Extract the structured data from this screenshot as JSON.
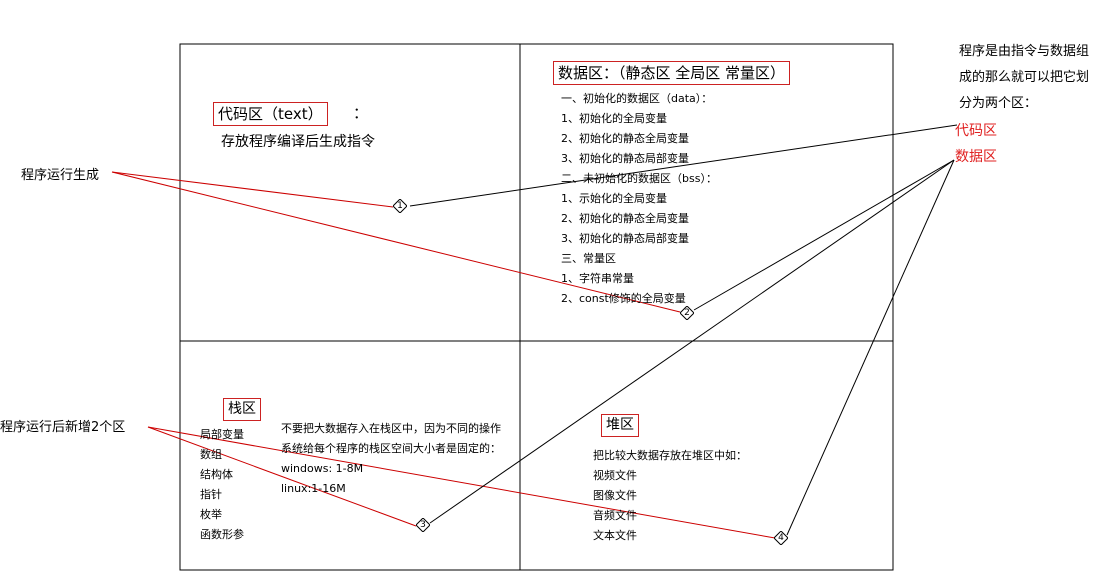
{
  "code_area": {
    "title": "代码区（text）",
    "colon": "：",
    "desc": "存放程序编译后生成指令"
  },
  "data_area": {
    "title": "数据区：（静态区 全局区 常量区）",
    "items": [
      "一、初始化的数据区（data）：",
      "1、初始化的全局变量",
      "2、初始化的静态全局变量",
      "3、初始化的静态局部变量",
      "二、未初始化的数据区（bss）：",
      "1、示始化的全局变量",
      "2、初始化的静态全局变量",
      "3、初始化的静态局部变量",
      "三、常量区",
      "1、字符串常量",
      "2、const修饰的全局变量"
    ]
  },
  "stack_area": {
    "title": "栈区",
    "items": [
      "局部变量",
      "数组",
      "结构体",
      "指针",
      "枚举",
      "函数形参"
    ],
    "note": [
      "不要把大数据存入在栈区中，因为不同的操作",
      "系统给每个程序的栈区空间大小者是固定的：",
      "windows: 1-8M",
      "linux:1-16M"
    ]
  },
  "heap_area": {
    "title": "堆区",
    "intro": "把比较大数据存放在堆区中如：",
    "items": [
      "视频文件",
      "图像文件",
      "音频文件",
      "文本文件"
    ]
  },
  "annotations": {
    "runtime_generated": "程序运行生成",
    "runtime_added": "程序运行后新增2个区",
    "right_note": [
      "程序是由指令与数据组",
      "成的那么就可以把它划",
      "分为两个区："
    ],
    "right_code": "代码区",
    "right_data": "数据区"
  },
  "markers": [
    "1",
    "2",
    "3",
    "4"
  ],
  "colors": {
    "accent_red": "#e02020",
    "box_red": "#cc2222",
    "line": "#000000"
  }
}
